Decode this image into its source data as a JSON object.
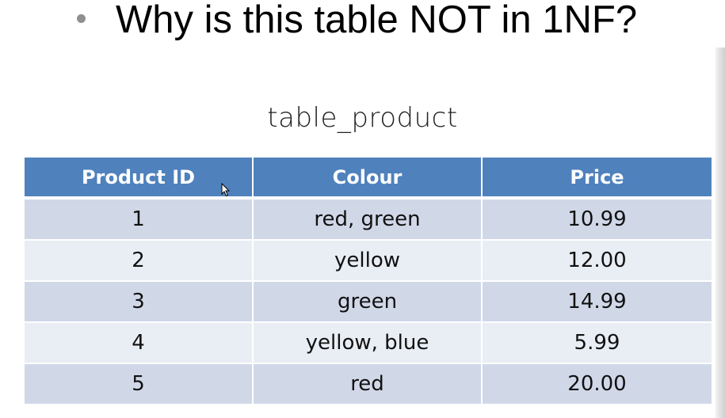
{
  "slide": {
    "title": "Why is this table NOT in 1NF?"
  },
  "table": {
    "caption": "table_product",
    "columns": [
      "Product ID",
      "Colour",
      "Price"
    ],
    "rows": [
      [
        "1",
        "red, green",
        "10.99"
      ],
      [
        "2",
        "yellow",
        "12.00"
      ],
      [
        "3",
        "green",
        "14.99"
      ],
      [
        "4",
        "yellow, blue",
        "5.99"
      ],
      [
        "5",
        "red",
        "20.00"
      ]
    ]
  },
  "colors": {
    "header_bg": "#4f81bd",
    "row_band_dark": "#d0d8e8",
    "row_band_light": "#e9edf4"
  }
}
